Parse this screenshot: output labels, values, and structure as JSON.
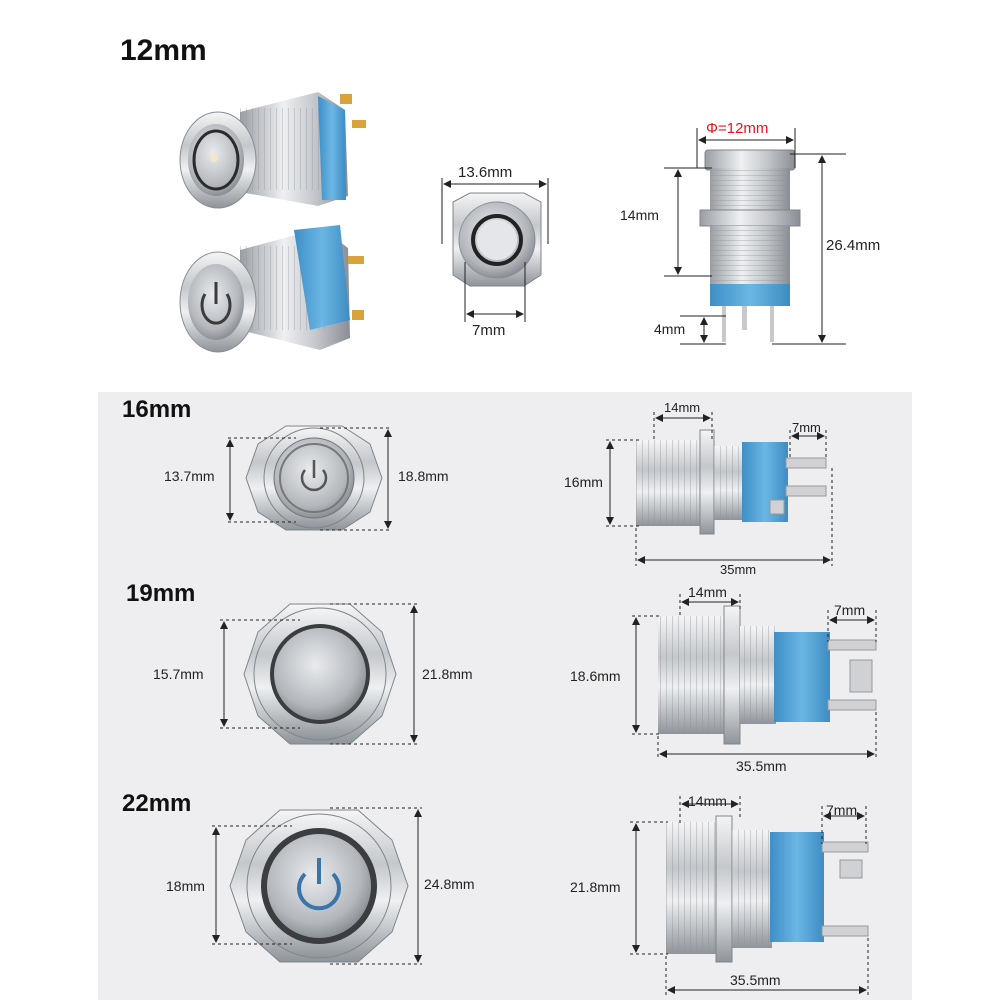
{
  "sections": {
    "s12": {
      "title": "12mm",
      "front_width": "13.6mm",
      "led_ring": "7mm",
      "thread_dia": "Φ=12mm",
      "thread_len": "14mm",
      "total_len": "26.4mm",
      "pin_len": "4mm"
    },
    "s16": {
      "title": "16mm",
      "face": "13.7mm",
      "outer": "18.8mm",
      "thread_len": "14mm",
      "pin": "7mm",
      "dia": "16mm",
      "total": "35mm"
    },
    "s19": {
      "title": "19mm",
      "face": "15.7mm",
      "outer": "21.8mm",
      "thread_len": "14mm",
      "pin": "7mm",
      "dia": "18.6mm",
      "total": "35.5mm"
    },
    "s22": {
      "title": "22mm",
      "face": "18mm",
      "outer": "24.8mm",
      "thread_len": "14mm",
      "pin": "7mm",
      "dia": "21.8mm",
      "total": "35.5mm"
    }
  },
  "colors": {
    "metal": "#c9ccd0",
    "metal_dark": "#8c9096",
    "terminal_block": "#5aa7d8",
    "dimension": "#222222",
    "highlight": "#e8141a"
  }
}
